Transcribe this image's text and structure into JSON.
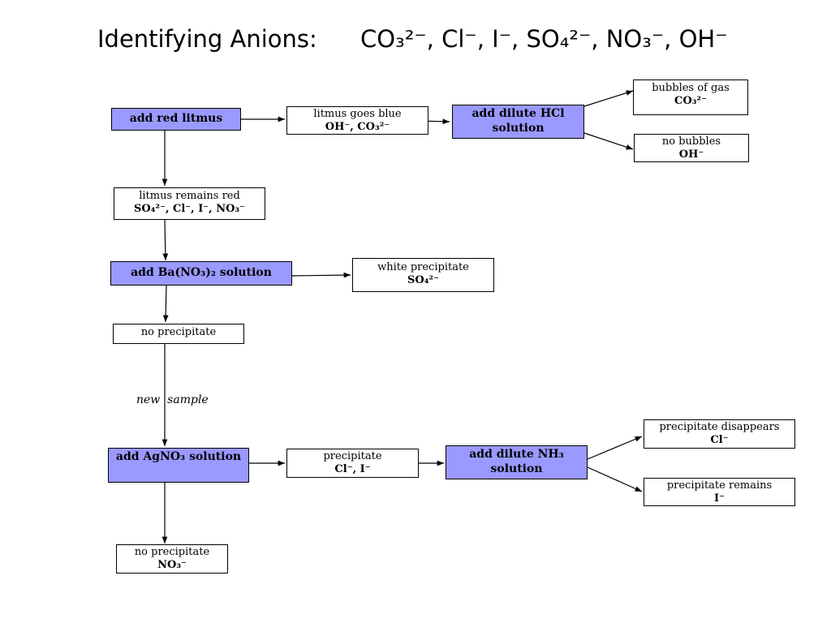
{
  "title": {
    "main": "Identifying Anions:",
    "ions": "CO₃²⁻, Cl⁻, I⁻, SO₄²⁻, NO₃⁻, OH⁻"
  },
  "steps": {
    "red_litmus": "add red litmus",
    "hcl": "add dilute HCl solution",
    "barium": "add Ba(NO₃)₂ solution",
    "silver": "add AgNO₃ solution",
    "ammonia": "add dilute NH₃ solution"
  },
  "results": {
    "blue": {
      "text": "litmus goes blue",
      "ions": "OH⁻, CO₃²⁻"
    },
    "bubbles": {
      "text": "bubbles of gas",
      "ions": "CO₃²⁻"
    },
    "no_bubbles": {
      "text": "no bubbles",
      "ions": "OH⁻"
    },
    "red": {
      "text": "litmus remains red",
      "ions": "SO₄²⁻, Cl⁻, I⁻, NO₃⁻"
    },
    "white_ppt": {
      "text": "white precipitate",
      "ions": "SO₄²⁻"
    },
    "no_ppt_1": {
      "text": "no precipitate"
    },
    "ppt": {
      "text": "precipitate",
      "ions": "Cl⁻, I⁻"
    },
    "disappears": {
      "text": "precipitate disappears",
      "ions": "Cl⁻"
    },
    "remains": {
      "text": "precipitate remains",
      "ions": "I⁻"
    },
    "no_ppt_2": {
      "text": "no precipitate",
      "ions": "NO₃⁻"
    }
  },
  "note": "new  sample"
}
